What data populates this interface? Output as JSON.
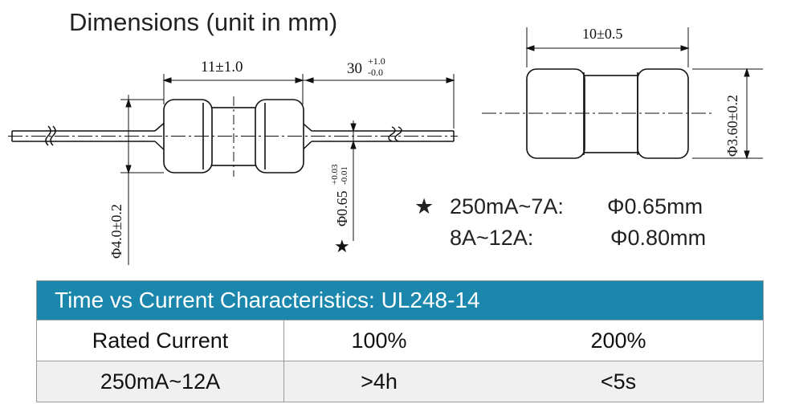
{
  "title": "Dimensions (unit in mm)",
  "axial": {
    "length_label": "11±1.0",
    "lead_length_main": "30",
    "lead_tol_plus": "+1.0",
    "lead_tol_minus": "-0.0",
    "body_diameter": "Φ4.0±0.2",
    "lead_diameter": "Φ0.65",
    "lead_dia_tol_plus": "+0.03",
    "lead_dia_tol_minus": "-0.01",
    "star": "★"
  },
  "smd": {
    "length_label": "10±0.5",
    "diameter_label": "Φ3.60±0.2"
  },
  "notes": [
    {
      "star": "★",
      "range": "250mA~7A:",
      "value": "Φ0.65mm"
    },
    {
      "star": "",
      "range": "8A~12A:",
      "value": "Φ0.80mm"
    }
  ],
  "table": {
    "header": "Time vs Current Characteristics: UL248-14",
    "rows": [
      [
        "Rated Current",
        "100%",
        "200%"
      ],
      [
        "250mA~12A",
        ">4h",
        "<5s"
      ]
    ]
  },
  "colors": {
    "header_bg": "#1b87ad",
    "header_text": "#ffffff",
    "body_fill": "#ffffff",
    "line": "#111111"
  }
}
